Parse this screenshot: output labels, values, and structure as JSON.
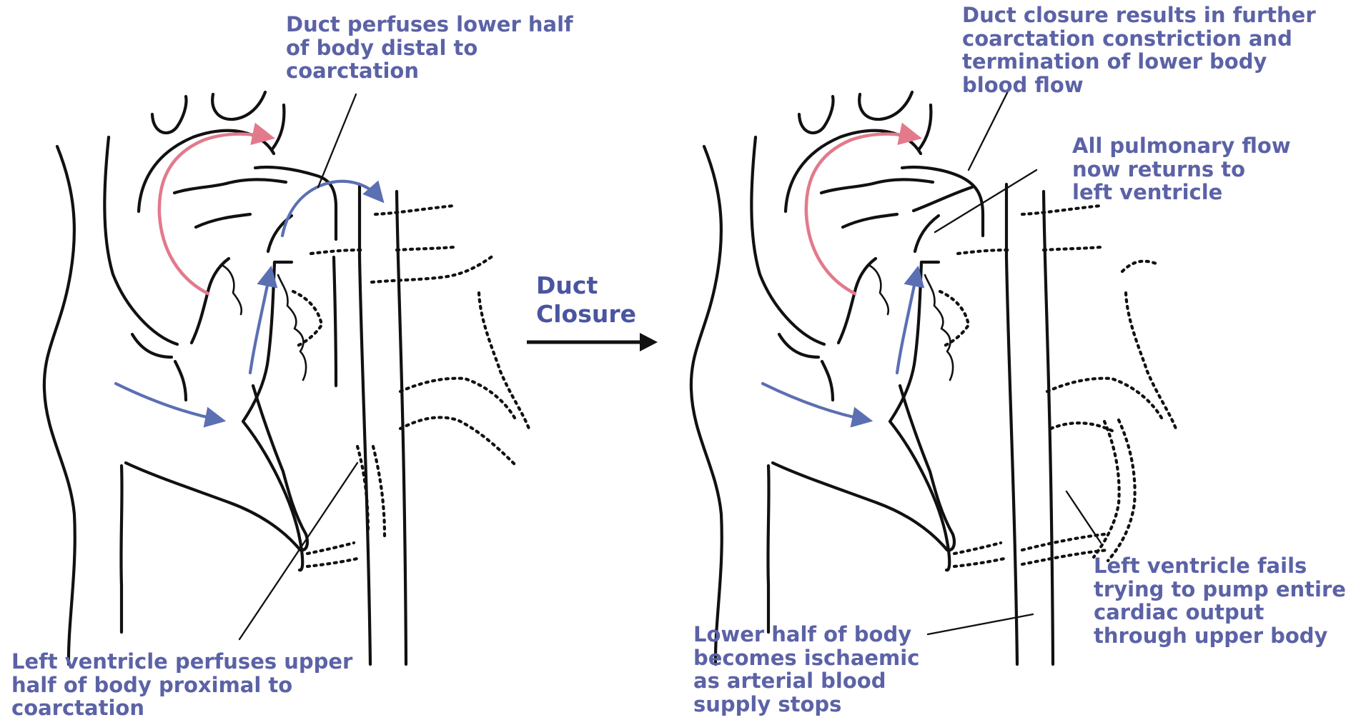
{
  "colors": {
    "label_text": "#5b62a6",
    "arrow_text": "#4a55a0",
    "blood_flow_blue": "#5b6fb3",
    "blood_flow_pink": "#e27a8c",
    "line_art": "#111111"
  },
  "left_panel": {
    "top_caption": [
      "Duct perfuses lower half",
      "of body distal to",
      "coarctation"
    ],
    "bottom_caption": [
      "Left ventricle perfuses upper",
      "half of body proximal to",
      "coarctation"
    ]
  },
  "transition": {
    "label": [
      "Duct",
      "Closure"
    ],
    "arrow_icon": "right-arrow-icon"
  },
  "right_panel": {
    "top_caption": [
      "Duct closure results in further",
      "coarctation constriction and",
      "termination of lower body",
      "blood flow"
    ],
    "middle_caption": [
      "All pulmonary flow",
      "now returns to",
      "left ventricle"
    ],
    "lower_right_caption": [
      "Left ventricle fails",
      "trying to pump entire",
      "cardiac output",
      "through upper body"
    ],
    "bottom_caption": [
      "Lower half of body",
      "becomes ischaemic",
      "as arterial blood",
      "supply stops"
    ]
  }
}
